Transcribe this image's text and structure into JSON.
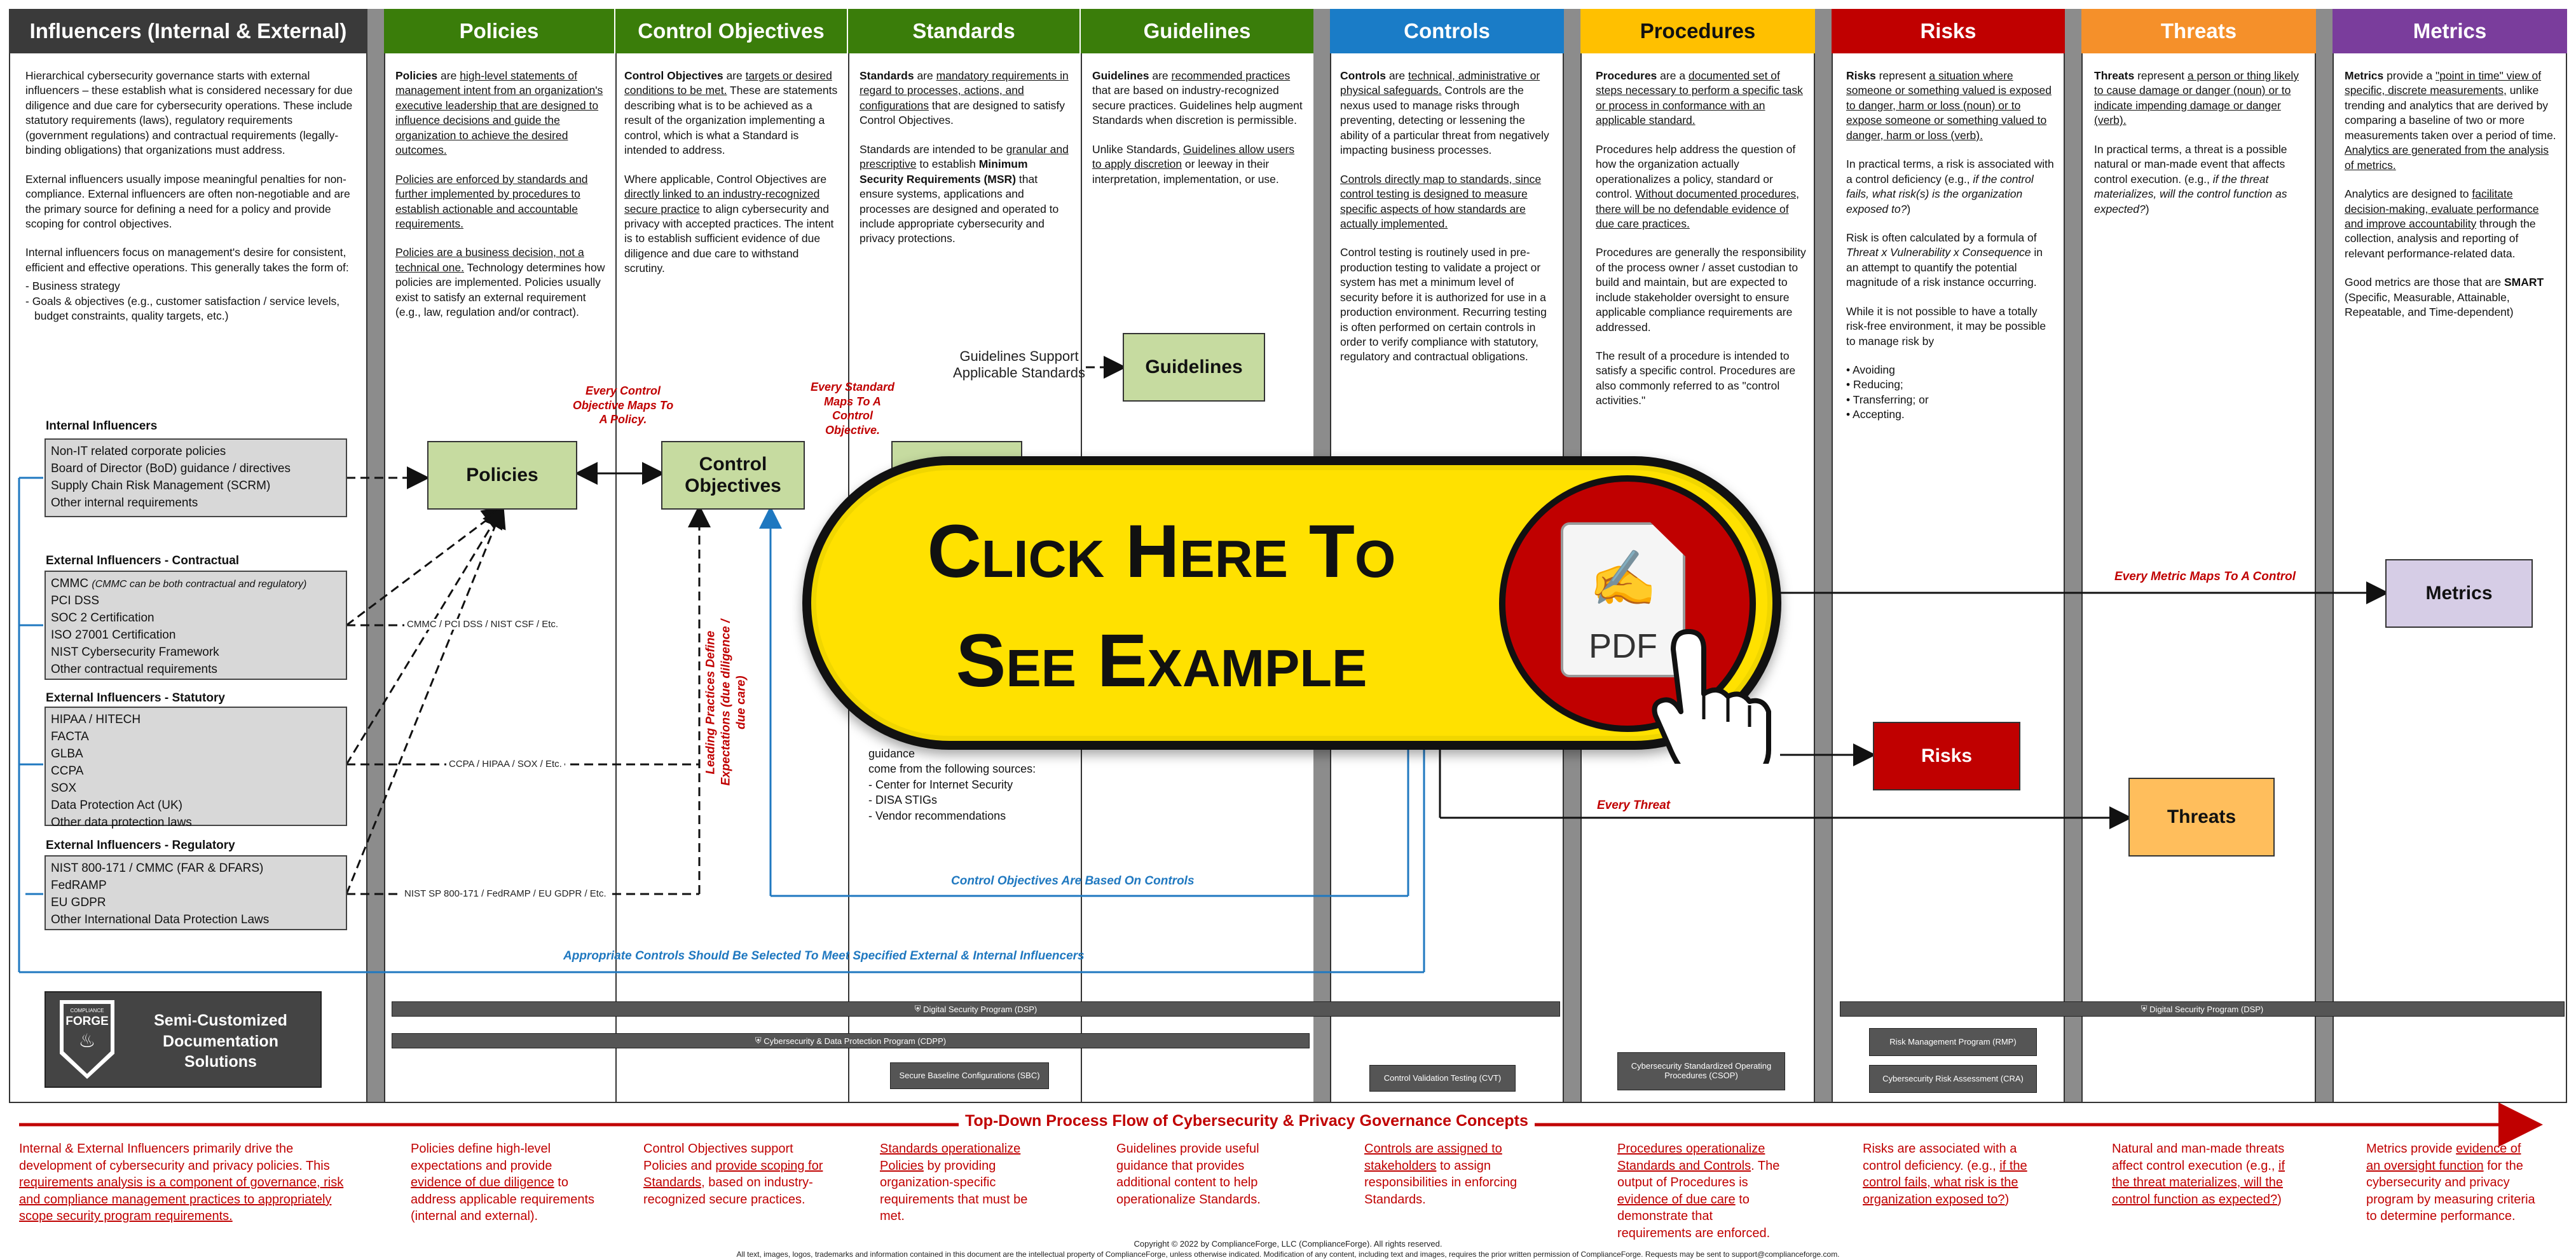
{
  "headers": {
    "influencers": "Influencers (Internal & External)",
    "policies": "Policies",
    "control_objectives": "Control Objectives",
    "standards": "Standards",
    "guidelines": "Guidelines",
    "controls": "Controls",
    "procedures": "Procedures",
    "risks": "Risks",
    "threats": "Threats",
    "metrics": "Metrics"
  },
  "colors": {
    "dark": "#3a3a3a",
    "green": "#3a7d0a",
    "blue": "#1a7cc7",
    "yellow": "#ffc000",
    "red": "#c00000",
    "orange": "#f5902a",
    "purple": "#7a3d9c",
    "gutter": "#8c8c8c"
  },
  "desc": {
    "influencers": {
      "p1": "Hierarchical cybersecurity governance starts with external influencers – these establish what is considered necessary for due diligence and due care for cybersecurity operations. These include statutory requirements (laws), regulatory requirements (government regulations) and contractual requirements (legally-binding obligations) that organizations must address.",
      "p2": "External influencers usually impose meaningful penalties for non-compliance. External influencers are often non-negotiable and are the primary source for defining a need for a policy and provide scoping for control objectives.",
      "p3": "Internal influencers focus on management's desire for consistent, efficient and effective operations. This generally takes the form of:",
      "b1": "- Business strategy",
      "b2": "- Goals & objectives (e.g., customer satisfaction / service levels, budget constraints, quality targets, etc.)"
    },
    "policies": {
      "p1a": "Policies",
      "p1b": " are ",
      "p1c": "high-level statements of management intent from an organization's executive leadership that are designed to influence decisions and guide the organization to achieve the desired outcomes.",
      "p2": "Policies are enforced by standards and further implemented by procedures to establish actionable and accountable requirements.",
      "p3a": "Policies are a business decision, not a technical one.",
      "p3b": " Technology determines how policies are implemented. Policies usually exist to satisfy an external requirement (e.g., law, regulation and/or contract)."
    },
    "control_objectives": {
      "p1a": "Control Objectives",
      "p1b": " are ",
      "p1c": "targets or desired conditions to be met.",
      "p1d": " These are statements describing what is to be achieved as a result of the organization implementing a control, which is what a Standard is intended to address.",
      "p2a": "Where applicable, Control Objectives are ",
      "p2b": "directly linked to an industry-recognized secure practice",
      "p2c": " to align cybersecurity and privacy with accepted practices. The intent is to establish sufficient evidence of due diligence and due care to withstand scrutiny."
    },
    "standards": {
      "p1a": "Standards",
      "p1b": " are ",
      "p1c": "mandatory requirements in regard to processes, actions, and configurations",
      "p1d": " that are designed to satisfy Control Objectives.",
      "p2a": "Standards are intended to be ",
      "p2b": "granular and prescriptive",
      "p2c": " to establish ",
      "p2d": "Minimum Security Requirements (MSR)",
      "p2e": " that ensure systems, applications and processes are designed and operated to include appropriate cybersecurity and privacy protections."
    },
    "guidelines": {
      "p1a": "Guidelines",
      "p1b": " are ",
      "p1c": "recommended practices",
      "p1d": " that are based on industry-recognized secure practices. Guidelines help augment Standards when discretion is permissible.",
      "p2a": "Unlike Standards, ",
      "p2b": "Guidelines allow users to apply discretion",
      "p2c": " or leeway in their interpretation, implementation, or use."
    },
    "controls": {
      "p1a": "Controls",
      "p1b": " are ",
      "p1c": "technical, administrative or physical safeguards.",
      "p1d": " Controls are the nexus used to manage risks through preventing, detecting or lessening the ability of a particular threat from negatively impacting business processes.",
      "p2": "Controls directly map to standards, since control testing is designed to measure specific aspects of how standards are actually implemented.",
      "p3": "Control testing is routinely used in pre-production testing to validate a project or system has met a minimum level of security before it is authorized for use in a production environment. Recurring testing is often performed on certain controls in order to verify compliance with statutory, regulatory and contractual obligations."
    },
    "procedures": {
      "p1a": "Procedures",
      "p1b": " are a ",
      "p1c": "documented set of steps necessary to perform a specific task or process in conformance with an applicable standard.",
      "p2a": "Procedures help address the question of how the organization actually operationalizes a policy, standard or control. ",
      "p2b": "Without documented procedures, there will be no defendable evidence of due care practices.",
      "p3": "Procedures are generally the responsibility of the process owner / asset custodian to build and maintain, but are expected to include stakeholder oversight to ensure applicable compliance requirements are addressed.",
      "p4": "The result of a procedure is intended to satisfy a specific control. Procedures are also commonly referred to as \"control activities.\""
    },
    "risks": {
      "p1a": "Risks",
      "p1b": " represent ",
      "p1c": "a situation where someone or something valued is exposed to danger, harm or loss (noun) or to expose someone or something valued to danger, harm or loss (verb).",
      "p2a": "In practical terms, a risk is associated with a control deficiency (e.g., ",
      "p2b": "if the control fails, what risk(s) is the organization exposed to?",
      "p3a": "Risk is often calculated by a formula of ",
      "p3b": "Threat x Vulnerability x Consequence",
      "p3c": " in an attempt to quantify the potential magnitude of a risk instance occurring.",
      "p4": "While it is not possible to have a totally risk-free environment, it may be possible to manage risk by",
      "l1": "• Avoiding",
      "l2": "• Reducing;",
      "l3": "• Transferring; or",
      "l4": "• Accepting."
    },
    "threats": {
      "p1a": "Threats",
      "p1b": " represent ",
      "p1c": "a person or thing likely to cause damage or danger (noun) or to indicate impending damage or danger (verb).",
      "p2a": "In practical terms, a threat is a possible natural or man-made event that affects control execution. (e.g., ",
      "p2b": "if the threat materializes, will the control function as expected?"
    },
    "metrics": {
      "p1a": "Metrics",
      "p1b": " provide a ",
      "p1c": "\"point in time\" view of specific, discrete measurements,",
      "p1d": " unlike trending and analytics that are derived by comparing a baseline of two or more measurements taken over a period of time. ",
      "p1e": "Analytics are generated from the analysis of metrics.",
      "p2a": "Analytics are designed to ",
      "p2b": "facilitate decision-making, evaluate performance and improve accountability",
      "p2c": " through the collection, analysis and reporting of relevant performance-related data.",
      "p3a": "Good metrics are those that are ",
      "p3b": "SMART",
      "p3c": " (Specific, Measurable, Attainable, Repeatable, and Time-dependent)"
    }
  },
  "diagram": {
    "boxes": {
      "policies": "Policies",
      "control_objectives": "Control Objectives",
      "guidelines": "Guidelines",
      "metrics": "Metrics",
      "risks": "Risks",
      "threats": "Threats"
    },
    "groups": {
      "internal": {
        "title": "Internal Influencers",
        "items": [
          "Non-IT related corporate policies",
          "Board of Director (BoD) guidance / directives",
          "Supply Chain Risk Management (SCRM)",
          "Other internal requirements"
        ]
      },
      "contractual": {
        "title": "External Influencers - Contractual",
        "item0a": "CMMC ",
        "item0b": "(CMMC can be both contractual and regulatory)",
        "items": [
          "PCI DSS",
          "SOC 2 Certification",
          "ISO 27001 Certification",
          "NIST Cybersecurity Framework",
          "Other contractual requirements"
        ]
      },
      "statutory": {
        "title": "External Influencers - Statutory",
        "items": [
          "HIPAA / HITECH",
          "FACTA",
          "GLBA",
          "CCPA",
          "SOX",
          "Data Protection Act (UK)",
          "Other data protection laws"
        ]
      },
      "regulatory": {
        "title": "External Influencers - Regulatory",
        "items": [
          "NIST 800-171 / CMMC (FAR & DFARS)",
          "FedRAMP",
          "EU GDPR",
          "Other International Data Protection Laws"
        ]
      }
    },
    "labels": {
      "cmmc_line": "CMMC / PCI DSS / NIST CSF / Etc.",
      "ccpa_line": "CCPA / HIPAA / SOX / Etc.",
      "nist_line": "NIST SP 800-171 / FedRAMP / EU GDPR / Etc.",
      "every_control_objective": "Every Control Objective Maps To A Policy.",
      "every_standard": "Every Standard Maps To A Control Objective.",
      "guidelines_support": "Guidelines Support Applicable Standards",
      "leading_practices": "Leading Practices Define Expectations (due diligence / due care)",
      "control_objectives_based": "Control Objectives Are Based On Controls",
      "appropriate_controls": "Appropriate Controls Should Be Selected To Meet Specified External & Internal Influencers",
      "every_metric": "Every Metric Maps  To A Control",
      "every_threat": "Every Threat",
      "guidance_frag1": "guidance",
      "guidance_frag2": "come from the following sources:",
      "src1": "- Center for Internet Security",
      "src2": "- DISA STIGs",
      "src3": "- Vendor recommendations"
    },
    "bars": {
      "dsp": "Digital Security Program (DSP)",
      "cdpp": "Cybersecurity & Data Protection Program (CDPP)",
      "dsp2": "Digital Security Program (DSP)"
    },
    "tags": {
      "sbc": "Secure Baseline Configurations (SBC)",
      "cvt": "Control Validation Testing (CVT)",
      "csop": "Cybersecurity Standardized Operating Procedures (CSOP)",
      "rmp": "Risk Management Program (RMP)",
      "cra": "Cybersecurity Risk Assessment (CRA)"
    }
  },
  "logo": {
    "brand": "COMPLIANCE",
    "name": "FORGE",
    "tagline1": "Semi-Customized",
    "tagline2": "Documentation",
    "tagline3": "Solutions"
  },
  "overlay": {
    "line1": "Click Here To",
    "line2": "See Example",
    "pdf": "PDF"
  },
  "flow_title": "Top-Down Process Flow of Cybersecurity & Privacy Governance Concepts",
  "footer": {
    "influencers": {
      "a": "Internal & External Influencers primarily drive the development of cybersecurity and privacy policies. This ",
      "b": "requirements analysis is a component of governance, risk and compliance management practices to appropriately scope security program requirements."
    },
    "policies": {
      "a": "Policies define high-level expectations and provide ",
      "b": "evidence of due diligence",
      "c": " to address applicable requirements (internal and external)."
    },
    "control_objectives": {
      "a": "Control Objectives support Policies and ",
      "b": "provide scoping for Standards",
      "c": ", based on industry-recognized secure practices."
    },
    "standards": {
      "a": "Standards operationalize Policies",
      "b": " by providing organization-specific requirements that must be met."
    },
    "guidelines": {
      "a": "Guidelines provide useful guidance that provides additional content to help operationalize Standards."
    },
    "controls": {
      "a": "Controls are assigned to stakeholders",
      "b": " to assign responsibilities in enforcing Standards."
    },
    "procedures": {
      "a": "Procedures operationalize Standards and Controls",
      "b": ". The output of Procedures is ",
      "c": "evidence of due care",
      "d": " to demonstrate that requirements are enforced."
    },
    "risks": {
      "a": "Risks are associated with a control deficiency. (e.g., ",
      "b": "if the control fails, what risk is the organization exposed to?"
    },
    "threats": {
      "a": "Natural and man-made threats affect control execution (e.g., ",
      "b": "if the threat materializes, will the control function as expected?"
    },
    "metrics": {
      "a": "Metrics provide ",
      "b": "evidence of an oversight function",
      "c": " for the cybersecurity and privacy program by measuring criteria to determine performance."
    }
  },
  "copyright": "Copyright © 2022 by ComplianceForge, LLC (ComplianceForge). All rights reserved.",
  "copyright2": "All text, images, logos, trademarks and information contained in this document are the intellectual property of ComplianceForge, unless otherwise indicated. Modification of any content, including text and images, requires the prior written permission of ComplianceForge. Requests may be sent to support@complianceforge.com."
}
